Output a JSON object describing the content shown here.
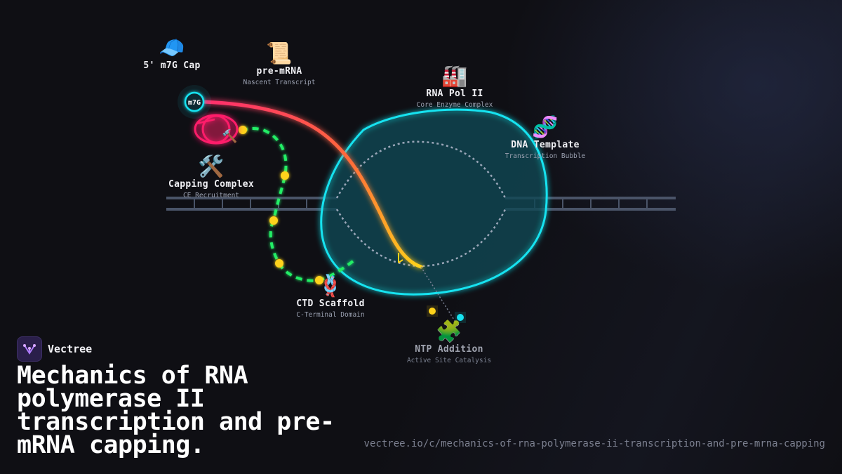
{
  "nodes": {
    "cap": {
      "emoji": "🧢",
      "title": "5' m7G Cap",
      "subtitle": ""
    },
    "premrna": {
      "emoji": "📜",
      "title": "pre-mRNA",
      "subtitle": "Nascent Transcript"
    },
    "polii": {
      "emoji": "🏭",
      "title": "RNA Pol II",
      "subtitle": "Core Enzyme Complex"
    },
    "dna": {
      "emoji": "🧬",
      "title": "DNA Template",
      "subtitle": "Transcription Bubble"
    },
    "capping": {
      "emoji": "🛠️",
      "title": "Capping Complex",
      "subtitle": "CE Recruitment"
    },
    "ctd": {
      "emoji": "🪢",
      "title": "CTD Scaffold",
      "subtitle": "C-Terminal Domain"
    },
    "ntp": {
      "emoji": "🧩",
      "title": "NTP Addition",
      "subtitle": "Active Site Catalysis"
    }
  },
  "cap_badge": "m7G",
  "brand": {
    "name": "Vectree"
  },
  "page_title": "Mechanics of RNA polymerase II transcription and pre-mRNA capping.",
  "url": "vectree.io/c/mechanics-of-rna-polymerase-ii-transcription-and-pre-mrna-capping",
  "colors": {
    "background": "#0f0f14",
    "polymerase": "#17e3f0",
    "rna_start": "#ff2d6e",
    "rna_end": "#ffd21a",
    "ctd": "#22ee66",
    "phospho_dot": "#ffd21a",
    "dna": "#4a5468",
    "capping": "#ff1f6a"
  }
}
